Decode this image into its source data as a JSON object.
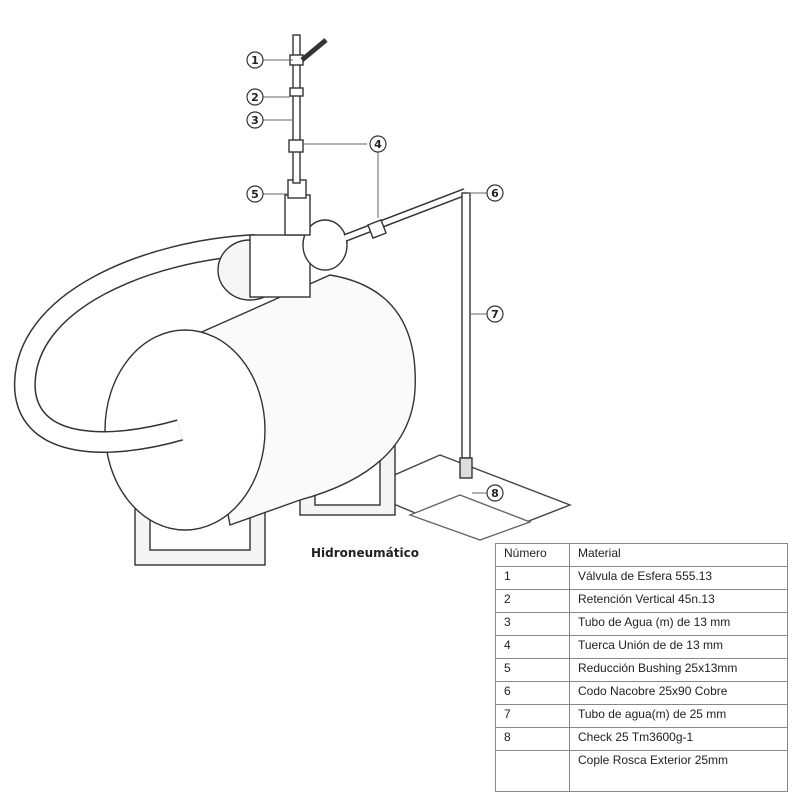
{
  "caption": "Hidroneumático",
  "callouts": [
    "1",
    "2",
    "3",
    "4",
    "5",
    "6",
    "7",
    "8"
  ],
  "table": {
    "headers": [
      "Número",
      "Material"
    ],
    "rows": [
      [
        "1",
        "Válvula de Esfera 555.13"
      ],
      [
        "2",
        "Retención Vertical 45n.13"
      ],
      [
        "3",
        "Tubo de Agua (m) de 13 mm"
      ],
      [
        "4",
        "Tuerca Unión de de 13 mm"
      ],
      [
        "5",
        "Reducción Bushing 25x13mm"
      ],
      [
        "6",
        "Codo Nacobre 25x90 Cobre"
      ],
      [
        "7",
        "Tubo de  agua(m) de 25 mm"
      ],
      [
        "8",
        "Check 25 Tm3600g-1"
      ],
      [
        "",
        "Cople Rosca Exterior 25mm"
      ]
    ]
  }
}
